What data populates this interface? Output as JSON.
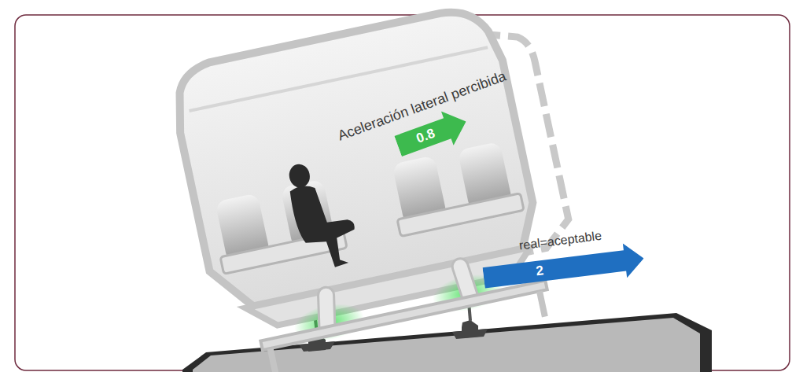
{
  "diagram": {
    "nodes": [
      {
        "text": [
          "Aceleración lateral percibida",
          "0.8"
        ]
      },
      {
        "text": [
          "real=aceptable",
          "2"
        ]
      }
    ]
  }
}
